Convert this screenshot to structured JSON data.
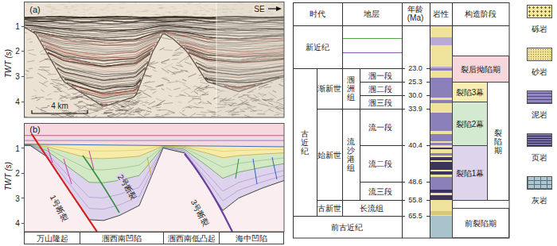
{
  "diagram": {
    "nodes": [
      {
        "text": [
          "万山隆起"
        ]
      },
      {
        "text": [
          "涠西南凹陷"
        ]
      },
      {
        "text": [
          "涠西南低凸起"
        ]
      },
      {
        "text": [
          "海中凹陷"
        ]
      },
      {
        "text": [
          "裂后拗陷期"
        ]
      },
      {
        "text": [
          "裂陷3幕"
        ]
      },
      {
        "text": [
          "裂陷2幕"
        ]
      },
      {
        "text": [
          "裂陷1幕"
        ]
      },
      {
        "text": [
          "裂陷期"
        ]
      },
      {
        "text": [
          "前裂陷期"
        ]
      }
    ],
    "labels": [
      "(a)",
      "SE",
      "1",
      "2",
      "3",
      "4",
      "TWT (s)",
      "4 km",
      "(b)",
      "1",
      "2",
      "3",
      "4",
      "TWT (s)",
      "1号断裂",
      "2号断裂",
      "3号断裂",
      "时代",
      "地层",
      "年龄 (Ma)",
      "岩性",
      "构造阶段",
      "新近纪",
      "古近纪",
      "渐新世",
      "涠洲组",
      "涠一段",
      "涠二段",
      "涠三段",
      "始新世",
      "流沙港组",
      "流一段",
      "流二段",
      "流三段",
      "古新世",
      "长流组",
      "前古近纪",
      "23.0",
      "25.3",
      "30.0",
      "33.9",
      "40.4",
      "48.6",
      "55.8",
      "65.5"
    ],
    "legend": [
      {
        "text": "砾岩",
        "color": "#f3e8a0"
      },
      {
        "text": "砂岩",
        "color": "#efe294"
      },
      {
        "text": "泥岩",
        "color": "#9488c2"
      },
      {
        "text": "页岩",
        "color": "#7d72a8"
      },
      {
        "text": "灰岩",
        "color": "#aec6cf"
      }
    ]
  }
}
